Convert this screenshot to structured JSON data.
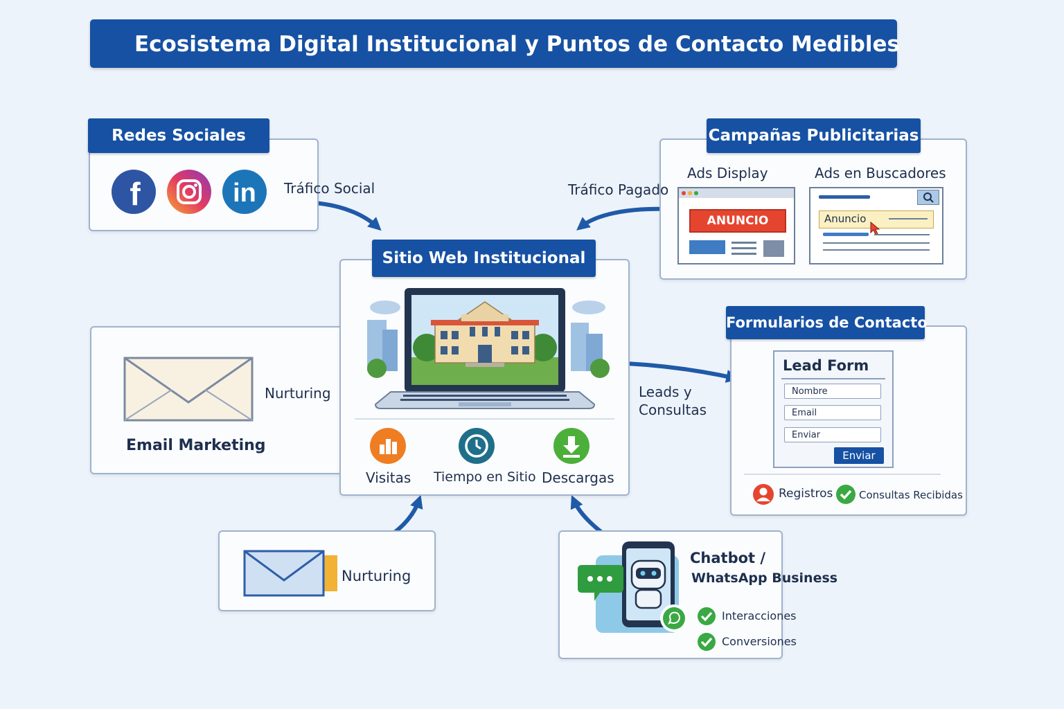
{
  "title": "Ecosistema Digital Institucional y Puntos de Contacto Medibles",
  "social": {
    "title": "Redes Sociales",
    "flow_label": "Tráfico Social",
    "icons": [
      "facebook-icon",
      "instagram-icon",
      "linkedin-icon"
    ]
  },
  "ads": {
    "title": "Campañas Publicitarias",
    "flow_label": "Tráfico Pagado",
    "display_label": "Ads Display",
    "display_banner": "ANUNCIO",
    "search_label": "Ads en Buscadores",
    "search_result": "Anuncio"
  },
  "website": {
    "title": "Sitio Web Institucional",
    "metrics": [
      {
        "label": "Visitas",
        "icon": "bar-chart-icon",
        "color": "#ef7d22"
      },
      {
        "label": "Tiempo en Sitio",
        "icon": "clock-icon",
        "color": "#1f6f8b"
      },
      {
        "label": "Descargas",
        "icon": "download-icon",
        "color": "#4caf3a"
      }
    ]
  },
  "email": {
    "label": "Email Marketing",
    "flow_label": "Nurturing"
  },
  "forms": {
    "title": "Formularios de Contacto",
    "flow_label_1": "Leads y",
    "flow_label_2": "Consultas",
    "form_title": "Lead Form",
    "fields": [
      "Nombre",
      "Email",
      "Enviar"
    ],
    "submit": "Enviar",
    "stats": [
      "Registros",
      "Consultas Recibidas"
    ]
  },
  "nurture": {
    "flow_label": "Nurturing"
  },
  "chatbot": {
    "title_1": "Chatbot /",
    "title_2": "WhatsApp Business",
    "stats": [
      "Interacciones",
      "Conversiones"
    ]
  },
  "colors": {
    "brand": "#1651a3",
    "arrow": "#1f5aa8",
    "check": "#3aa843",
    "ad_red": "#e5452f"
  }
}
